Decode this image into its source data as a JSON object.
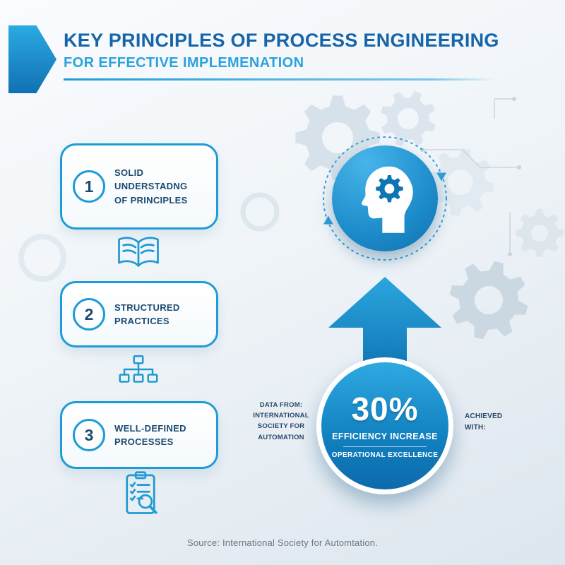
{
  "colors": {
    "accent_blue": "#1e9cd7",
    "title_blue": "#1765a8",
    "subtitle_blue": "#2ba2dc",
    "dark_navy_text": "#1c4a70",
    "stat_gradient_top": "#2fa9e1",
    "stat_gradient_bottom": "#0d6aab",
    "background_top": "#fafcfe",
    "background_bottom": "#dde6ee"
  },
  "header": {
    "title": "KEY PRINCIPLES OF PROCESS ENGINEERING",
    "subtitle": "FOR EFFECTIVE IMPLEMENATION"
  },
  "principles": [
    {
      "number": "1",
      "label": "SOLID UNDERSTADNG\nOF PRINCIPLES",
      "icon": "open-book-icon"
    },
    {
      "number": "2",
      "label": "STRUCTURED\nPRACTICES",
      "icon": "sitemap-icon"
    },
    {
      "number": "3",
      "label": "WELL-DEFINED\nPROCESSES",
      "icon": "clipboard-search-icon"
    }
  ],
  "highlight": {
    "badge_icon": "head-gear-icon",
    "stat_value": "30%",
    "stat_label": "EFFICIENCY INCREASE",
    "stat_sublabel": "OPERATIONAL EXCELLENCE",
    "data_note": "DATA FROM:\nINTERNATIONAL\nSOCIETY FOR\nAUTOMATION",
    "achieved_note": "ACHIEVED\nWITH:"
  },
  "footer": {
    "source": "Source: International Society for Automtation."
  }
}
